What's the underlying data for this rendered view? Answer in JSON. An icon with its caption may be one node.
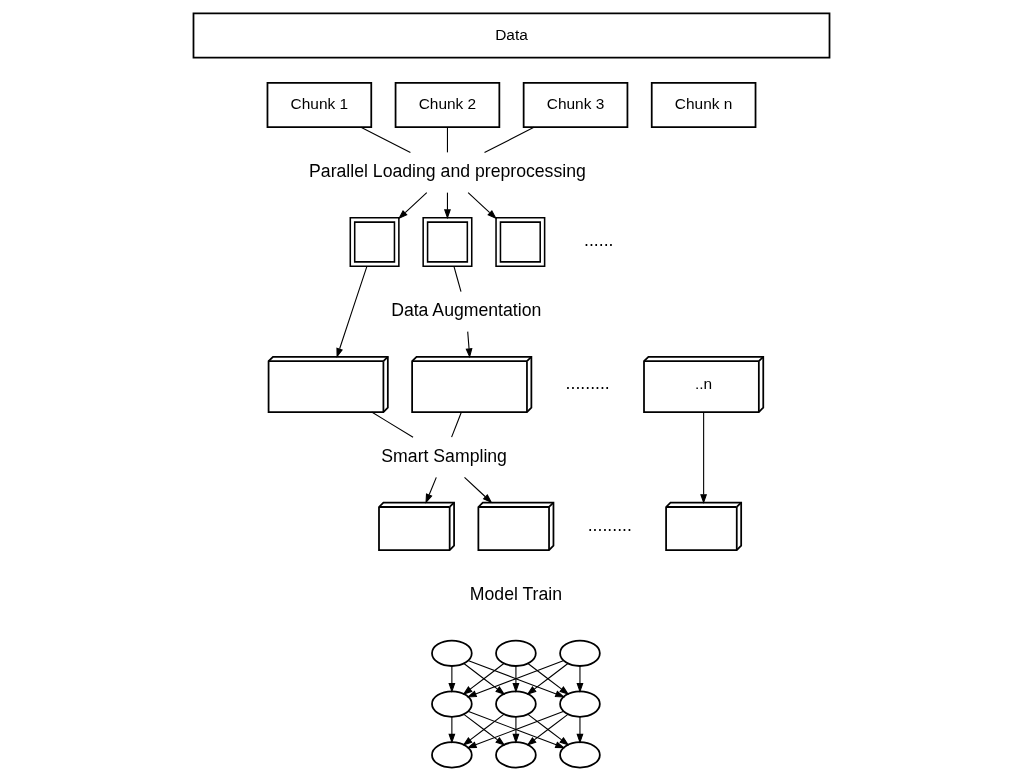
{
  "diagram": {
    "nodes": [
      {
        "text": [
          "Data"
        ]
      },
      {
        "text": [
          "Chunk 1"
        ]
      },
      {
        "text": [
          "Chunk 2"
        ]
      },
      {
        "text": [
          "Chunk 3"
        ]
      },
      {
        "text": [
          "Chunk n"
        ]
      },
      {
        "text": [
          "Parallel Loading and preprocessing"
        ]
      },
      {
        "text": [],
        "shape": "chip"
      },
      {
        "text": [],
        "shape": "chip"
      },
      {
        "text": [],
        "shape": "chip"
      },
      {
        "text": [
          "Data Augmentation"
        ]
      },
      {
        "text": [],
        "shape": "stack"
      },
      {
        "text": [],
        "shape": "stack"
      },
      {
        "text": [
          "..n"
        ]
      },
      {
        "text": [
          "Smart Sampling"
        ]
      },
      {
        "text": [],
        "shape": "stack"
      },
      {
        "text": [],
        "shape": "stack"
      },
      {
        "text": [],
        "shape": "stack"
      },
      {
        "text": [],
        "shape": "ellipse"
      },
      {
        "text": [],
        "shape": "ellipse"
      },
      {
        "text": [],
        "shape": "ellipse"
      },
      {
        "text": [],
        "shape": "ellipse"
      },
      {
        "text": [],
        "shape": "ellipse"
      },
      {
        "text": [],
        "shape": "ellipse"
      },
      {
        "text": [],
        "shape": "ellipse"
      },
      {
        "text": [],
        "shape": "ellipse"
      },
      {
        "text": [],
        "shape": "ellipse"
      }
    ],
    "edges": [
      {
        "from": 1,
        "to": 5,
        "arrow": "none"
      },
      {
        "from": 2,
        "to": 5,
        "arrow": "none"
      },
      {
        "from": 3,
        "to": 5,
        "arrow": "none"
      },
      {
        "from": 5,
        "to": 6,
        "arrow": "to"
      },
      {
        "from": 5,
        "to": 7,
        "arrow": "to"
      },
      {
        "from": 5,
        "to": 8,
        "arrow": "to"
      },
      {
        "from": 6,
        "to": 10,
        "arrow": "to"
      },
      {
        "from": 7,
        "to": 9,
        "arrow": "none"
      },
      {
        "from": 9,
        "to": 11,
        "arrow": "to"
      },
      {
        "from": 10,
        "to": 13,
        "arrow": "none"
      },
      {
        "from": 11,
        "to": 13,
        "arrow": "none"
      },
      {
        "from": 13,
        "to": 14,
        "arrow": "to"
      },
      {
        "from": 13,
        "to": 15,
        "arrow": "to"
      },
      {
        "from": 12,
        "to": 16,
        "arrow": "to"
      },
      {
        "from": 17,
        "to": 18,
        "arrow": "to"
      },
      {
        "from": 17,
        "to": 21,
        "arrow": "to"
      },
      {
        "from": 17,
        "to": 24,
        "arrow": "to"
      },
      {
        "from": 20,
        "to": 18,
        "arrow": "to"
      },
      {
        "from": 20,
        "to": 21,
        "arrow": "to"
      },
      {
        "from": 20,
        "to": 24,
        "arrow": "to"
      },
      {
        "from": 23,
        "to": 18,
        "arrow": "to"
      },
      {
        "from": 23,
        "to": 21,
        "arrow": "to"
      },
      {
        "from": 23,
        "to": 24,
        "arrow": "to"
      },
      {
        "from": 18,
        "to": 19,
        "arrow": "to"
      },
      {
        "from": 18,
        "to": 22,
        "arrow": "to"
      },
      {
        "from": 18,
        "to": 25,
        "arrow": "to"
      },
      {
        "from": 21,
        "to": 19,
        "arrow": "to"
      },
      {
        "from": 21,
        "to": 22,
        "arrow": "to"
      },
      {
        "from": 21,
        "to": 25,
        "arrow": "to"
      },
      {
        "from": 24,
        "to": 19,
        "arrow": "to"
      },
      {
        "from": 24,
        "to": 22,
        "arrow": "to"
      },
      {
        "from": 24,
        "to": 25,
        "arrow": "to"
      }
    ],
    "labels": [
      "......",
      ".........",
      ".........",
      "Model Train"
    ]
  }
}
